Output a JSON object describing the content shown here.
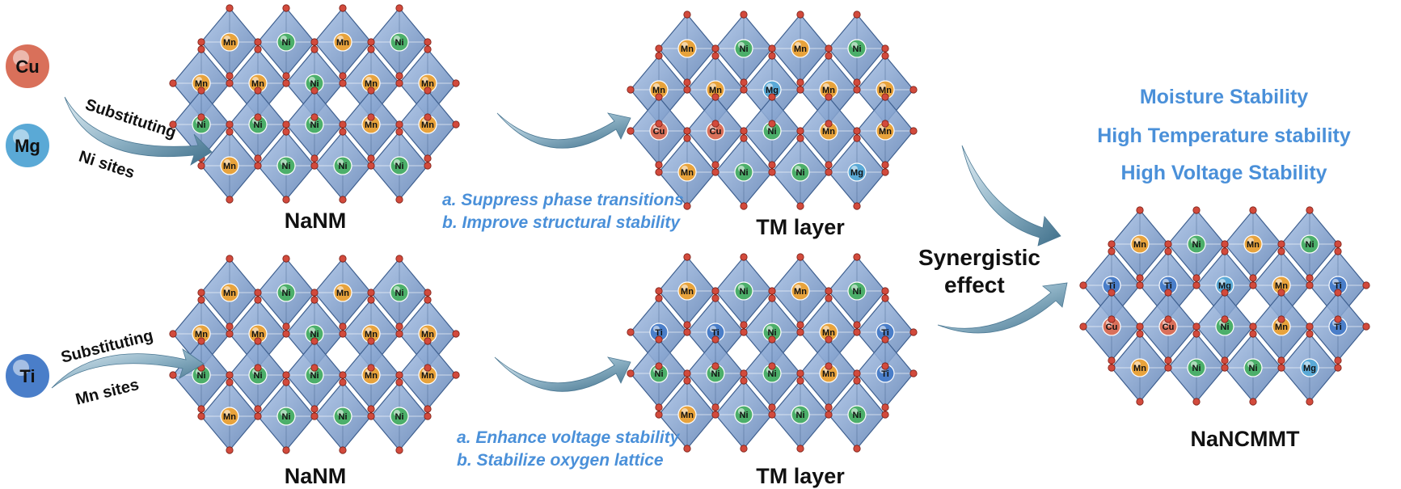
{
  "dopants": [
    {
      "id": "cu",
      "label": "Cu",
      "color": "#d9705a"
    },
    {
      "id": "mg",
      "label": "Mg",
      "color": "#5aa9d6"
    },
    {
      "id": "ti",
      "label": "Ti",
      "color": "#4a7ec9"
    }
  ],
  "element_colors": {
    "Mn": "#e8a33c",
    "Ni": "#4caf6a",
    "Mg": "#5aa9d6",
    "Cu": "#d9705a",
    "Ti": "#4a7ec9",
    "O": "#d24a3c",
    "octahedron": "#7fa0cf"
  },
  "top_path": {
    "substituting_label": "Substituting",
    "site_label": "Ni sites",
    "start_caption": "NaNM",
    "notes": [
      "a. Suppress phase transitions",
      "b. Improve structural stability"
    ],
    "end_caption": "TM layer"
  },
  "bottom_path": {
    "substituting_label": "Substituting",
    "site_label": "Mn sites",
    "start_caption": "NaNM",
    "notes": [
      "a. Enhance voltage stability",
      "b. Stabilize oxygen lattice"
    ],
    "end_caption": "TM layer"
  },
  "synergy_label": [
    "Synergistic",
    "effect"
  ],
  "properties": [
    "Moisture Stability",
    "High Temperature stability",
    "High Voltage Stability"
  ],
  "final_caption": "NaNCMMT",
  "lattices": [
    {
      "id": "nanm-top",
      "rows": [
        [
          "Mn",
          "Ni",
          "Mn",
          "Ni"
        ],
        [
          "Mn",
          "Mn",
          "Ni",
          "Mn",
          "Mn"
        ],
        [
          "Ni",
          "Ni",
          "Ni",
          "Mn",
          "Mn"
        ],
        [
          "Mn",
          "Ni",
          "Ni",
          "Ni"
        ]
      ]
    },
    {
      "id": "tm-top",
      "rows": [
        [
          "Mn",
          "Ni",
          "Mn",
          "Ni"
        ],
        [
          "Mn",
          "Mn",
          "Mg",
          "Mn",
          "Mn"
        ],
        [
          "Cu",
          "Cu",
          "Ni",
          "Mn",
          "Mn"
        ],
        [
          "Mn",
          "Ni",
          "Ni",
          "Mg"
        ]
      ]
    },
    {
      "id": "nanm-bottom",
      "rows": [
        [
          "Mn",
          "Ni",
          "Mn",
          "Ni"
        ],
        [
          "Mn",
          "Mn",
          "Ni",
          "Mn",
          "Mn"
        ],
        [
          "Ni",
          "Ni",
          "Ni",
          "Mn",
          "Mn"
        ],
        [
          "Mn",
          "Ni",
          "Ni",
          "Ni"
        ]
      ]
    },
    {
      "id": "tm-bottom",
      "rows": [
        [
          "Mn",
          "Ni",
          "Mn",
          "Ni"
        ],
        [
          "Ti",
          "Ti",
          "Ni",
          "Mn",
          "Ti"
        ],
        [
          "Ni",
          "Ni",
          "Ni",
          "Mn",
          "Ti"
        ],
        [
          "Mn",
          "Ni",
          "Ni",
          "Ni"
        ]
      ]
    },
    {
      "id": "nancmmt",
      "rows": [
        [
          "Mn",
          "Ni",
          "Mn",
          "Ni"
        ],
        [
          "Ti",
          "Ti",
          "Mg",
          "Mn",
          "Ti"
        ],
        [
          "Cu",
          "Cu",
          "Ni",
          "Mn",
          "Ti"
        ],
        [
          "Mn",
          "Ni",
          "Ni",
          "Mg"
        ]
      ]
    }
  ]
}
